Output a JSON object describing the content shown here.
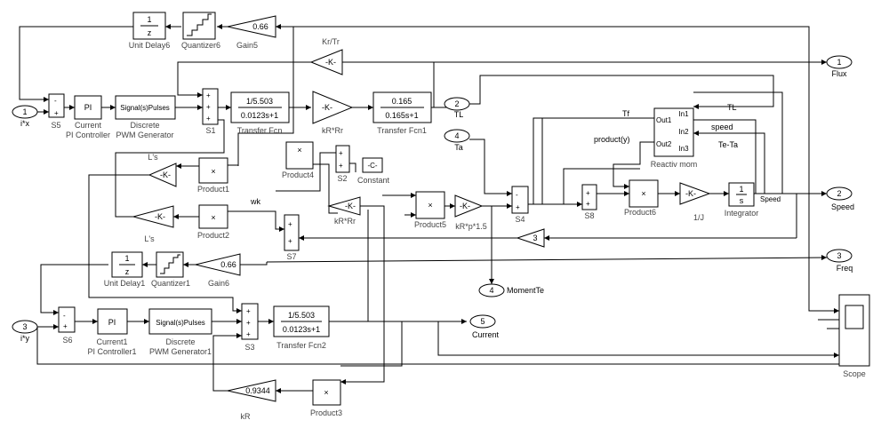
{
  "ports": {
    "in1": {
      "num": "1",
      "label": "i*x"
    },
    "in2": {
      "num": "2",
      "label": "TL"
    },
    "in3": {
      "num": "3",
      "label": "i*y"
    },
    "in4": {
      "num": "4",
      "label": "Ta"
    },
    "out1": {
      "num": "1",
      "label": "Flux"
    },
    "out2": {
      "num": "2",
      "label": "Speed"
    },
    "out3": {
      "num": "3",
      "label": "Freq"
    },
    "out4": {
      "num": "4",
      "label": "MomentTe"
    },
    "out5": {
      "num": "5",
      "label": "Current"
    }
  },
  "blocks": {
    "unit_delay6": {
      "num": "1",
      "den": "z",
      "label": "Unit Delay6"
    },
    "quantizer6": {
      "label": "Quantizer6"
    },
    "gain5": {
      "value": "0.66",
      "label": "Gain5"
    },
    "kr_tr": {
      "value": "-K-",
      "label": "Kr/Tr"
    },
    "s5": {
      "label": "S5",
      "signs": [
        "-",
        "+"
      ]
    },
    "pi_current": {
      "text": "PI",
      "label1": "Current",
      "label2": "PI Controller"
    },
    "pwm": {
      "text": "Signal(s)Pulses",
      "label1": "Discrete",
      "label2": "PWM Generator"
    },
    "s1": {
      "label": "S1",
      "signs": [
        "+",
        "+",
        "+"
      ]
    },
    "tf": {
      "num": "1/5.503",
      "den": "0.0123s+1",
      "label": "Transfer Fcn"
    },
    "kr_rr": {
      "value": "-K-",
      "label": "kR*Rr"
    },
    "tf1": {
      "num": "0.165",
      "den": "0.165s+1",
      "label": "Transfer Fcn1"
    },
    "ls_top": {
      "value": "-K-",
      "label": "L's"
    },
    "product1": {
      "symbol": "×",
      "label": "Product1"
    },
    "product4": {
      "symbol": "×",
      "label": "Product4"
    },
    "s2": {
      "label": "S2",
      "signs": [
        "+",
        "+"
      ]
    },
    "constant": {
      "value": "-C-",
      "label": "Constant"
    },
    "wk_label": "wk",
    "kr_rr2": {
      "value": "-K-",
      "label": "kR*Rr"
    },
    "ls_bot": {
      "value": "-K-",
      "label": "L's"
    },
    "product2": {
      "symbol": "×",
      "label": "Product2"
    },
    "s7": {
      "label": "S7",
      "signs": [
        "+",
        "+"
      ]
    },
    "product5": {
      "symbol": "×",
      "label": "Product5"
    },
    "krp": {
      "value": "-K-",
      "label": "kR*p*1.5"
    },
    "s4": {
      "label": "S4",
      "signs": [
        "-",
        "+"
      ]
    },
    "gain3": {
      "value": "3"
    },
    "s8": {
      "label": "S8",
      "signs": [
        "+",
        "+"
      ]
    },
    "product6": {
      "symbol": "×",
      "label": "Product6"
    },
    "inv_j": {
      "value": "-K-",
      "label": "1/J"
    },
    "integrator": {
      "num": "1",
      "den": "s",
      "label": "Integrator",
      "signal": "Speed"
    },
    "reactiv": {
      "label": "Reactiv mom",
      "ports_in": [
        "In1",
        "In2",
        "In3"
      ],
      "ports_out": [
        "Out1",
        "Out2"
      ],
      "signals": {
        "tf": "Tf",
        "tl": "TL",
        "speed": "speed",
        "product_y": "product(y)",
        "te_ta": "Te-Ta"
      }
    },
    "unit_delay1": {
      "num": "1",
      "den": "z",
      "label": "Unit Delay1"
    },
    "quantizer1": {
      "label": "Quantizer1"
    },
    "gain6": {
      "value": "0.66",
      "label": "Gain6"
    },
    "s6": {
      "label": "S6",
      "signs": [
        "-",
        "+"
      ]
    },
    "pi_current1": {
      "text": "PI",
      "label1": "Current1",
      "label2": "PI Controller1"
    },
    "pwm1": {
      "text": "Signal(s)Pulses",
      "label1": "Discrete",
      "label2": "PWM Generator1"
    },
    "s3": {
      "label": "S3",
      "signs": [
        "+",
        "+",
        "+"
      ]
    },
    "tf2": {
      "num": "1/5.503",
      "den": "0.0123s+1",
      "label": "Transfer Fcn2"
    },
    "kr_gain": {
      "value": "0.9344",
      "label": "kR"
    },
    "product3": {
      "symbol": "×",
      "label": "Product3"
    },
    "scope": {
      "label": "Scope"
    }
  }
}
